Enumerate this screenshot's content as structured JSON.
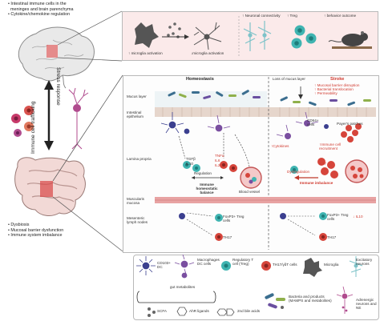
{
  "left": {
    "brain_bullets": [
      "• Intestinal immune cells in the",
      "  meninges and brain parenchyma",
      "• Cytokine/chemokine regulation"
    ],
    "trafficking_label": "Immune cell trafficking",
    "stress_label": "Stress response",
    "gut_bullets": [
      "• Dysbiosis",
      "• Mucosal barrier dysfunction",
      "• Immune system imbalance"
    ]
  },
  "top_panel": {
    "microglia_activation": "↑ microglia activation",
    "microglia_activation2": "↓microglia activation",
    "neuronal_connectivity": "↑ Neuronal connectivity",
    "treg": "↑ Treg",
    "behavior": "↑ behavior outcome"
  },
  "main_panel": {
    "homeostasis_title": "Homeostasis",
    "stroke_title": "Stroke",
    "loss_mucus": "Loss of mucus layer",
    "stroke_effects": [
      "↑ Mucosal barrier disruption",
      "↑ Bacterial translocation",
      "↑ Permeability"
    ],
    "row_labels": [
      "Mucus layer",
      "Intestinal epithelium",
      "Lamina propria",
      "Muscularis mucosa",
      "Mesenteric lymph nodes"
    ],
    "tgfb": "TGFβ",
    "il10_left": "IL10",
    "tnfa": "TNFα",
    "il6": "IL6",
    "il23": "IL23",
    "regulation": "Regulation",
    "immune_homeostatic": "Immune homeostatic balance",
    "blood_vessel": "Blood vessel",
    "cd64": "CD64+ cells",
    "peyers": "Payer's patches",
    "cytokines": "↑Cytokines",
    "immune_recruit": "↑Immune cell recruitment",
    "dysregulation": "Dysregulation",
    "il17": "IL17",
    "immune_imbalance": "Immune imbalance",
    "foxp3_left": "FoxP3+ Treg cells",
    "th17_left": "TH17",
    "foxp3_right": "FoxP3+ Treg cells",
    "il10_right": "↓ IL10",
    "th17_right": "TH17"
  },
  "legend": {
    "cd103": "CD103+ DC",
    "macrophages": "Macrophages DC cells",
    "regulatory": "Regulatory T cell (Treg)",
    "th17_gd": "TH17/γδT cells",
    "microglia": "Microglia",
    "excitatory": "Excitatory neurons",
    "gut_metabolites": "gut metabolites",
    "scfa": "SCFA",
    "ahr": "AhR ligands",
    "bile": "2nd bile acids",
    "bacteria": "Bacteria and products (MAMPS and metabolites)",
    "adrenergic": "Adrenergic neurons and NE"
  },
  "colors": {
    "treg": "#3fb4b1",
    "th17": "#d6453b",
    "dc": "#3b3f8f",
    "macrophage": "#7a4fa0",
    "border": "#b9b9b9",
    "panel_pink": "#fbeaea",
    "stroke_red": "#d03a2f"
  }
}
